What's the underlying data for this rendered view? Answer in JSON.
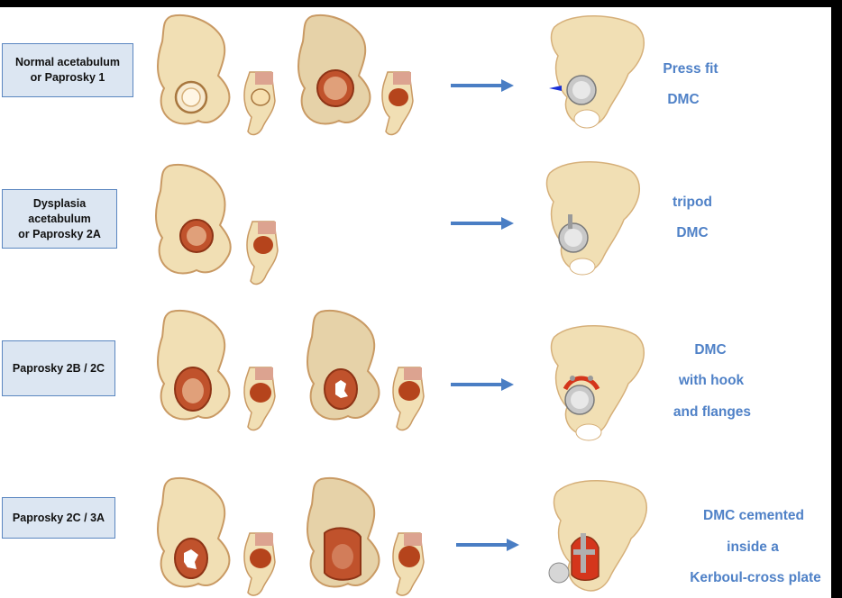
{
  "colors": {
    "label_fill": "#dce6f2",
    "label_border": "#5a86c0",
    "outcome_text": "#4f81c7",
    "arrow": "#4a7ec4",
    "bone": "#f1dfb4",
    "bone_shade": "#c99a64",
    "defect": "#b5441c",
    "cup": "#c8c8c8"
  },
  "rows": [
    {
      "label": "Normal acetabulum\nor Paprosky 1",
      "outcome_lines": [
        "Press fit",
        "DMC"
      ],
      "implant": "press-fit-dmc-cup",
      "defect_images": [
        "normal-acetabulum-pelvis",
        "paprosky-1-pelvis"
      ]
    },
    {
      "label": "Dysplasia\nacetabulum\nor Paprosky 2A",
      "outcome_lines": [
        "tripod",
        "DMC"
      ],
      "implant": "tripod-dmc-cup",
      "defect_images": [
        "dysplasia-pelvis"
      ]
    },
    {
      "label": "Paprosky 2B / 2C",
      "outcome_lines": [
        "DMC",
        "with hook",
        "and flanges"
      ],
      "implant": "dmc-hook-flanges-cup",
      "defect_images": [
        "paprosky-2b-pelvis",
        "paprosky-2c-pelvis"
      ]
    },
    {
      "label": "Paprosky 2C / 3A",
      "outcome_lines": [
        "DMC cemented",
        "inside a",
        "Kerboul-cross plate"
      ],
      "implant": "dmc-kerboul-plate-cup",
      "defect_images": [
        "paprosky-2c-pelvis",
        "paprosky-3a-pelvis"
      ]
    }
  ]
}
